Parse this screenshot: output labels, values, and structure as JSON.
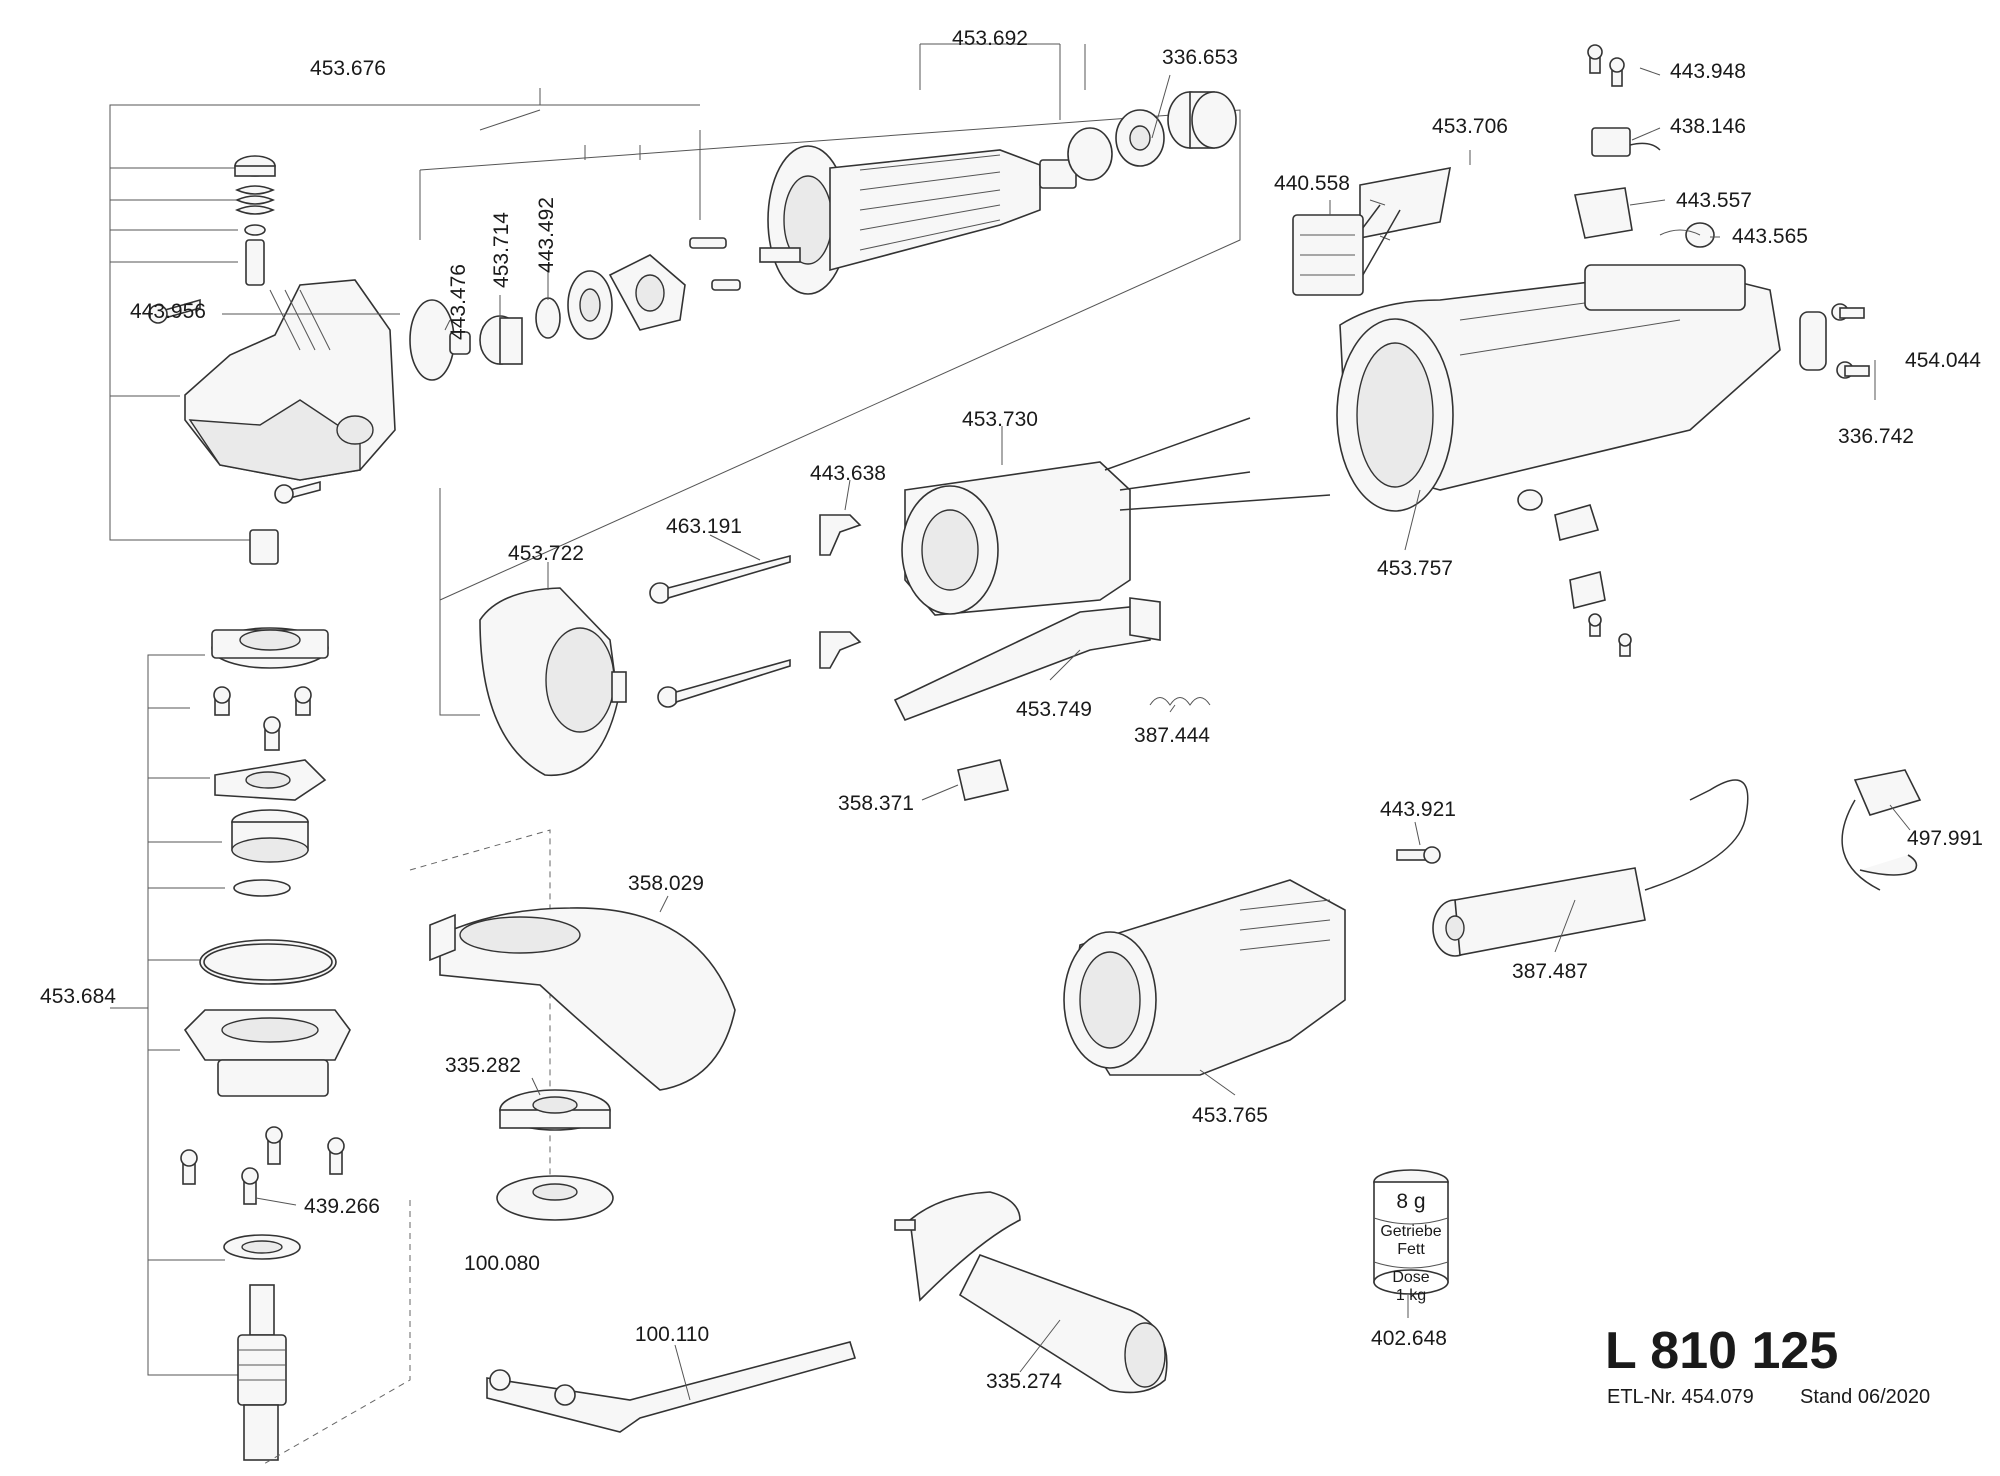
{
  "diagram": {
    "labels": {
      "p453676": "453.676",
      "p443956": "443.956",
      "p453684": "453.684",
      "p439266": "439.266",
      "p443476": "443.476",
      "p453714": "453.714",
      "p443492": "443.492",
      "p453692": "453.692",
      "p336653": "336.653",
      "p443948": "443.948",
      "p438146": "438.146",
      "p453706": "453.706",
      "p440558": "440.558",
      "p443557": "443.557",
      "p443565": "443.565",
      "p454044": "454.044",
      "p336742": "336.742",
      "p453730": "453.730",
      "p443638": "443.638",
      "p463191": "463.191",
      "p453722": "453.722",
      "p453757": "453.757",
      "p453749": "453.749",
      "p387444": "387.444",
      "p358371": "358.371",
      "p443921": "443.921",
      "p497991": "497.991",
      "p387487": "387.487",
      "p358029": "358.029",
      "p335282": "335.282",
      "p100080": "100.080",
      "p453765": "453.765",
      "p100110": "100.110",
      "p335274": "335.274",
      "p402648": "402.648"
    },
    "grease_can": {
      "amount": "8 g",
      "line1": "Getriebe",
      "line2": "Fett",
      "line3": "Dose",
      "line4": "1 kg"
    },
    "footer": {
      "model": "L 810 125",
      "etl": "ETL-Nr. 454.079",
      "stand": "Stand 06/2020"
    }
  }
}
